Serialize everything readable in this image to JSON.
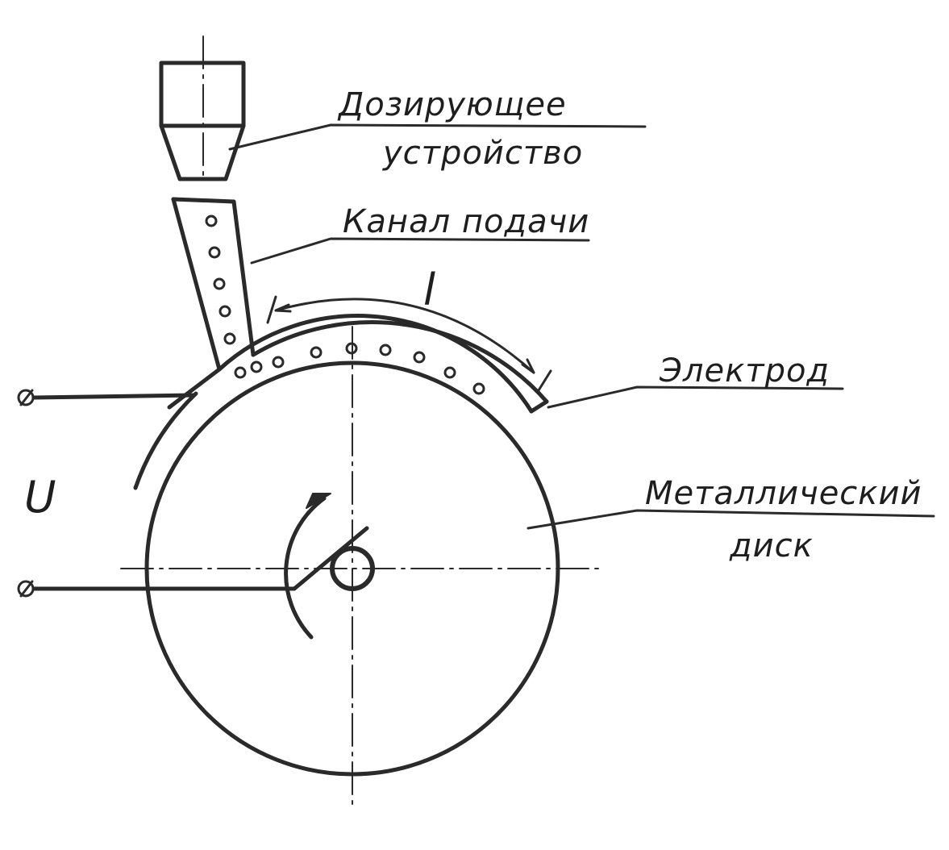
{
  "labels": {
    "dosing_device_line1": "Дозирующее",
    "dosing_device_line2": "устройство",
    "feed_channel": "Канал подачи",
    "length_symbol": "l",
    "electrode": "Электрод",
    "metal_disk_line1": "Металлический",
    "metal_disk_line2": "диск",
    "voltage_symbol": "U"
  },
  "colors": {
    "ink": "#2a2a2a",
    "paper": "#ffffff"
  }
}
